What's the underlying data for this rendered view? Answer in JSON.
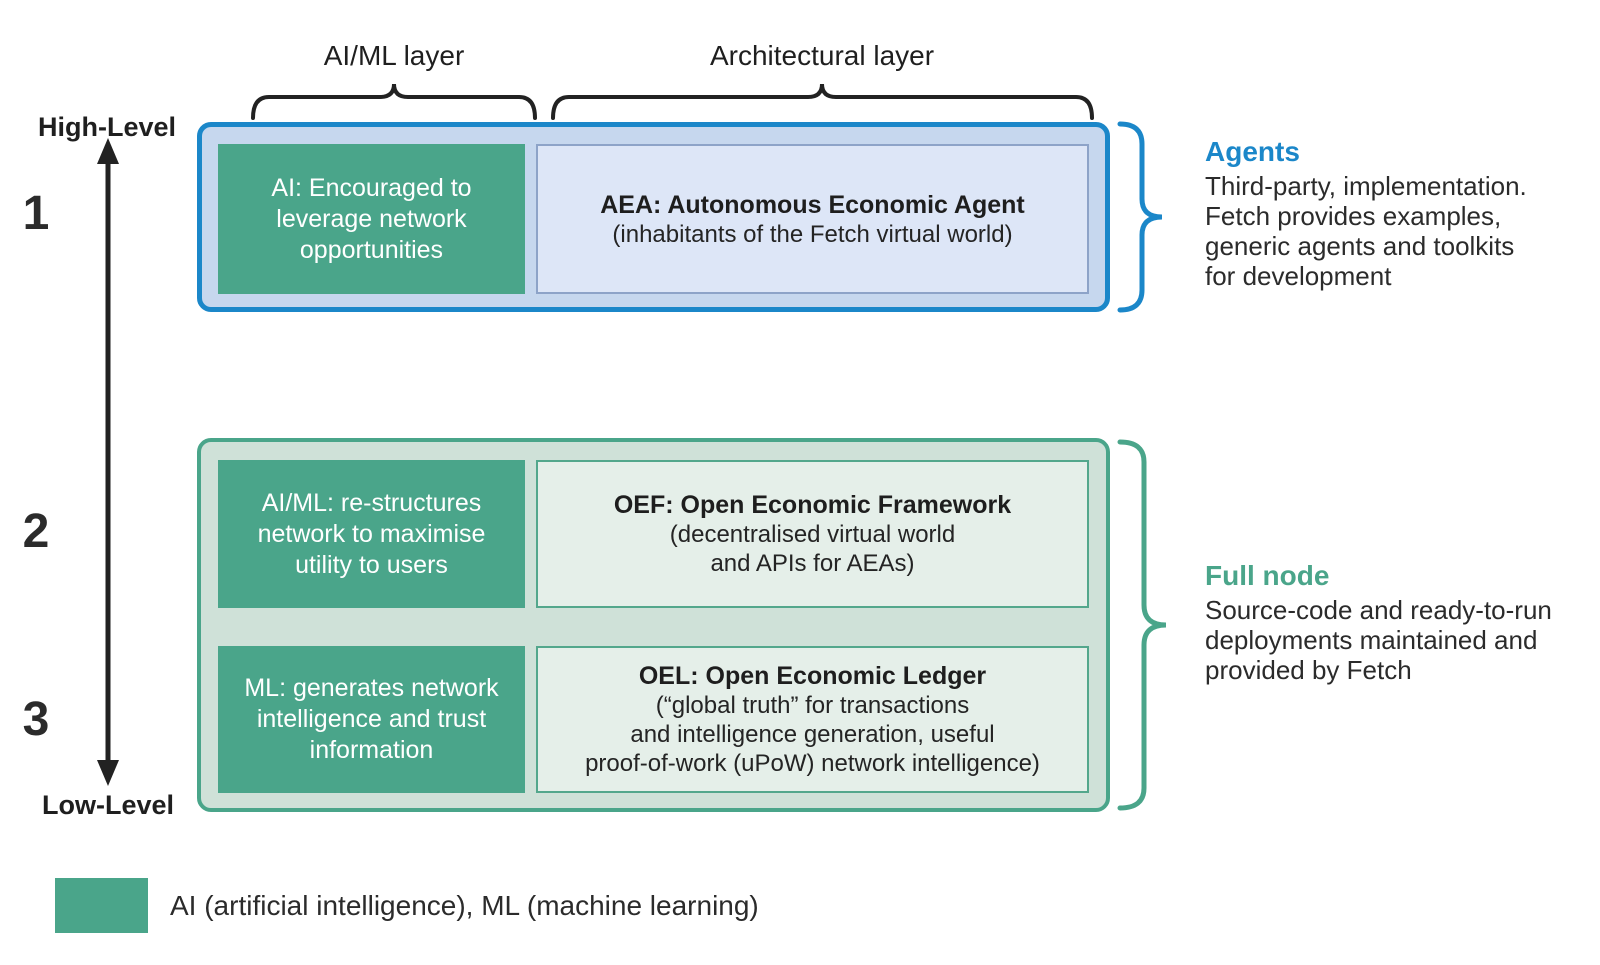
{
  "diagram": {
    "top_labels": {
      "aiml": "AI/ML layer",
      "architectural": "Architectural layer"
    },
    "axis": {
      "high": "High-Level",
      "low": "Low-Level"
    },
    "rows": [
      {
        "number": "1",
        "left_text": "AI: Encouraged to\nleverage network\nopportunities",
        "right_title": "AEA: Autonomous Economic Agent",
        "right_sub": "(inhabitants of the Fetch virtual world)"
      },
      {
        "number": "2",
        "left_text": "AI/ML: re-structures\nnetwork to maximise\nutility to users",
        "right_title": "OEF: Open Economic Framework",
        "right_sub": "(decentralised virtual world\nand APIs for AEAs)"
      },
      {
        "number": "3",
        "left_text": "ML: generates network\nintelligence and trust\ninformation",
        "right_title": "OEL: Open Economic Ledger",
        "right_sub": "(“global truth” for transactions\nand intelligence generation, useful\nproof-of-work (uPoW) network intelligence)"
      }
    ],
    "annotations": {
      "agents": {
        "title": "Agents",
        "body": "Third-party, implementation.\nFetch provides examples,\ngeneric agents and toolkits\nfor development"
      },
      "full_node": {
        "title": "Full node",
        "body": "Source-code and ready-to-run\ndeployments maintained and\nprovided by Fetch"
      }
    },
    "legend": {
      "text": "AI (artificial intelligence), ML (machine learning)"
    },
    "colors": {
      "green_solid": "#4aa58a",
      "green_container": "#cfe1d8",
      "green_pale": "#e5efe9",
      "blue_border": "#1b87c9",
      "blue_container": "#c6d7ee",
      "blue_pale": "#dde6f7",
      "text": "#2b2b2b"
    }
  }
}
